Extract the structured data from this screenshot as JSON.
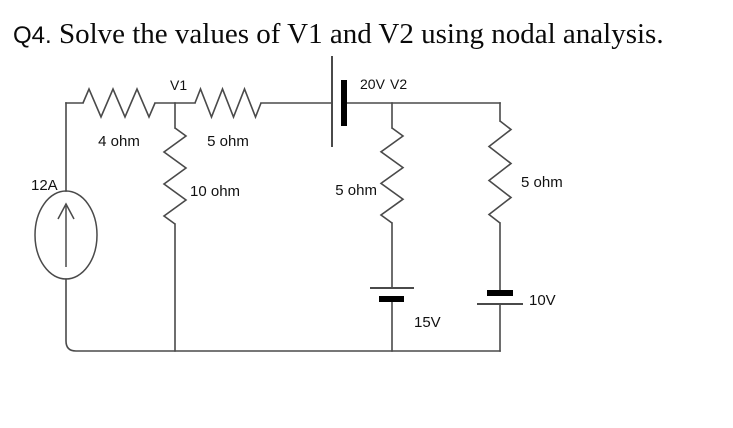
{
  "title": {
    "prefix": "Q4.",
    "text": " Solve the values of V1 and V2 using nodal analysis."
  },
  "circuit": {
    "nodes": {
      "v1": "V1",
      "v2": "V2"
    },
    "sources": {
      "current_source": "12A",
      "battery_top": "20V",
      "battery_middle": "15V",
      "battery_right": "10V"
    },
    "resistors": {
      "top_left": "4 ohm",
      "top_right": "5 ohm",
      "v1_branch": "10 ohm",
      "v2_branch": "5 ohm",
      "right_branch": "5 ohm"
    },
    "colors": {
      "wire": "#4a4a4a",
      "battery_bar": "#000000",
      "label": "#111111"
    }
  }
}
